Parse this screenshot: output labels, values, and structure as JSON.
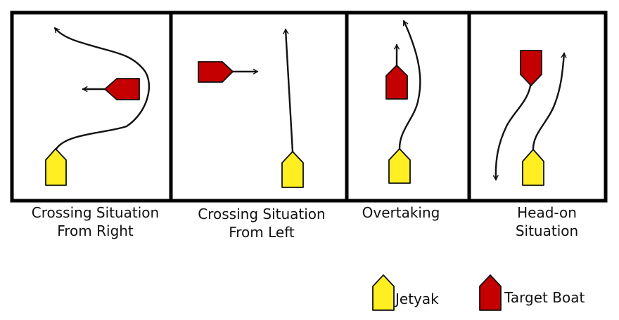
{
  "panels": [
    {
      "id": "crossing-right",
      "caption": [
        "Crossing Situation",
        "From Right"
      ]
    },
    {
      "id": "crossing-left",
      "caption": [
        "Crossing Situation",
        "From Left"
      ]
    },
    {
      "id": "overtaking",
      "caption": [
        "Overtaking"
      ]
    },
    {
      "id": "head-on",
      "caption": [
        "Head-on",
        "Situation"
      ]
    }
  ],
  "legend": {
    "jetyak_label": "Jetyak",
    "target_label": "Target Boat"
  },
  "colors": {
    "jetyak": "#ffee22",
    "target": "#c40000",
    "outline": "#111111"
  }
}
